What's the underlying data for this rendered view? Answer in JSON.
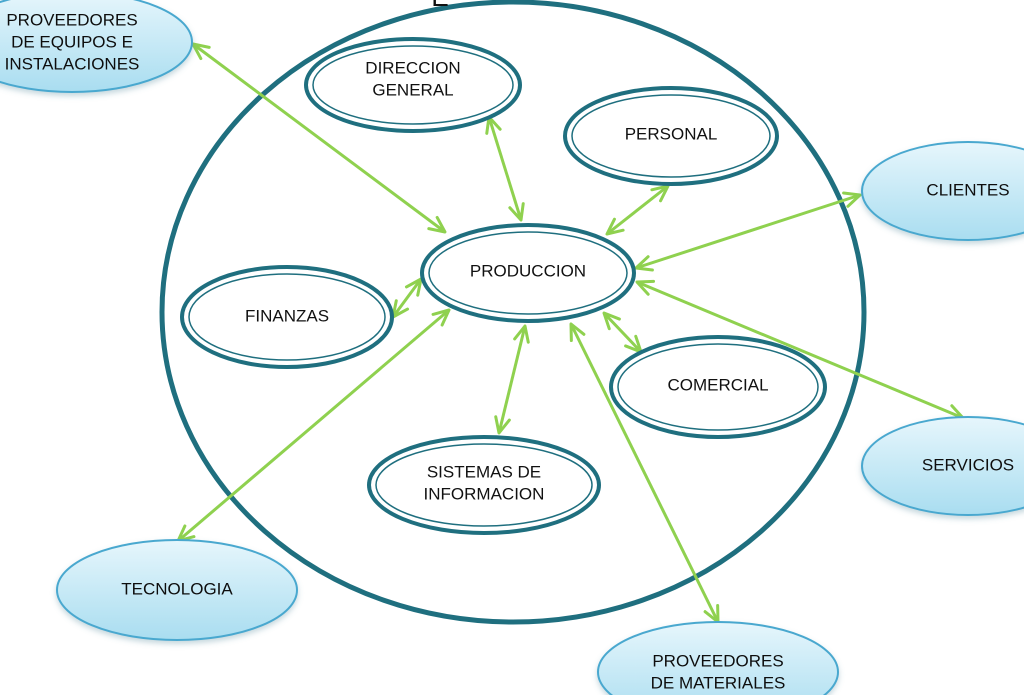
{
  "diagram": {
    "title_partial": "Ε",
    "colors": {
      "big_circle": "#1f6f7f",
      "inner_node_stroke": "#1f6f7f",
      "outer_node_fill_top": "#e6f6fc",
      "outer_node_fill_bottom": "#a9ddf0",
      "outer_node_stroke": "#4aa8cf",
      "arrow": "#8fd14f"
    },
    "inner_nodes": {
      "direccion": [
        "DIRECCION",
        "GENERAL"
      ],
      "personal": [
        "PERSONAL"
      ],
      "produccion": [
        "PRODUCCION"
      ],
      "finanzas": [
        "FINANZAS"
      ],
      "comercial": [
        "COMERCIAL"
      ],
      "sistemas": [
        "SISTEMAS DE",
        "INFORMACION"
      ]
    },
    "outer_nodes": {
      "proveedores_equipos": [
        "PROVEEDORES",
        "DE EQUIPOS E",
        "INSTALACIONES"
      ],
      "clientes": [
        "CLIENTES"
      ],
      "servicios": [
        "SERVICIOS"
      ],
      "tecnologia": [
        "TECNOLOGIA"
      ],
      "proveedores_materiales": [
        "PROVEEDORES",
        "DE MATERIALES"
      ]
    },
    "connections": [
      [
        "produccion",
        "direccion"
      ],
      [
        "produccion",
        "personal"
      ],
      [
        "produccion",
        "finanzas"
      ],
      [
        "produccion",
        "comercial"
      ],
      [
        "produccion",
        "sistemas"
      ],
      [
        "produccion",
        "proveedores_equipos"
      ],
      [
        "produccion",
        "clientes"
      ],
      [
        "produccion",
        "servicios"
      ],
      [
        "produccion",
        "tecnologia"
      ],
      [
        "produccion",
        "proveedores_materiales"
      ]
    ]
  }
}
